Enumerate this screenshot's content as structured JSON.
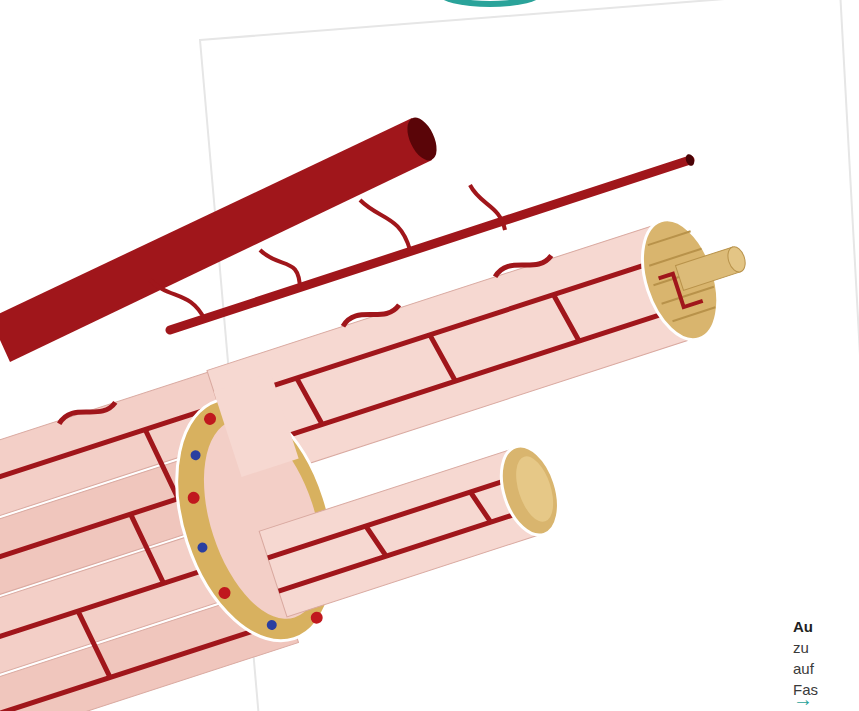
{
  "diagram": {
    "labels": [
      "Au",
      "zu",
      "auf",
      "Fas",
      "→"
    ]
  }
}
